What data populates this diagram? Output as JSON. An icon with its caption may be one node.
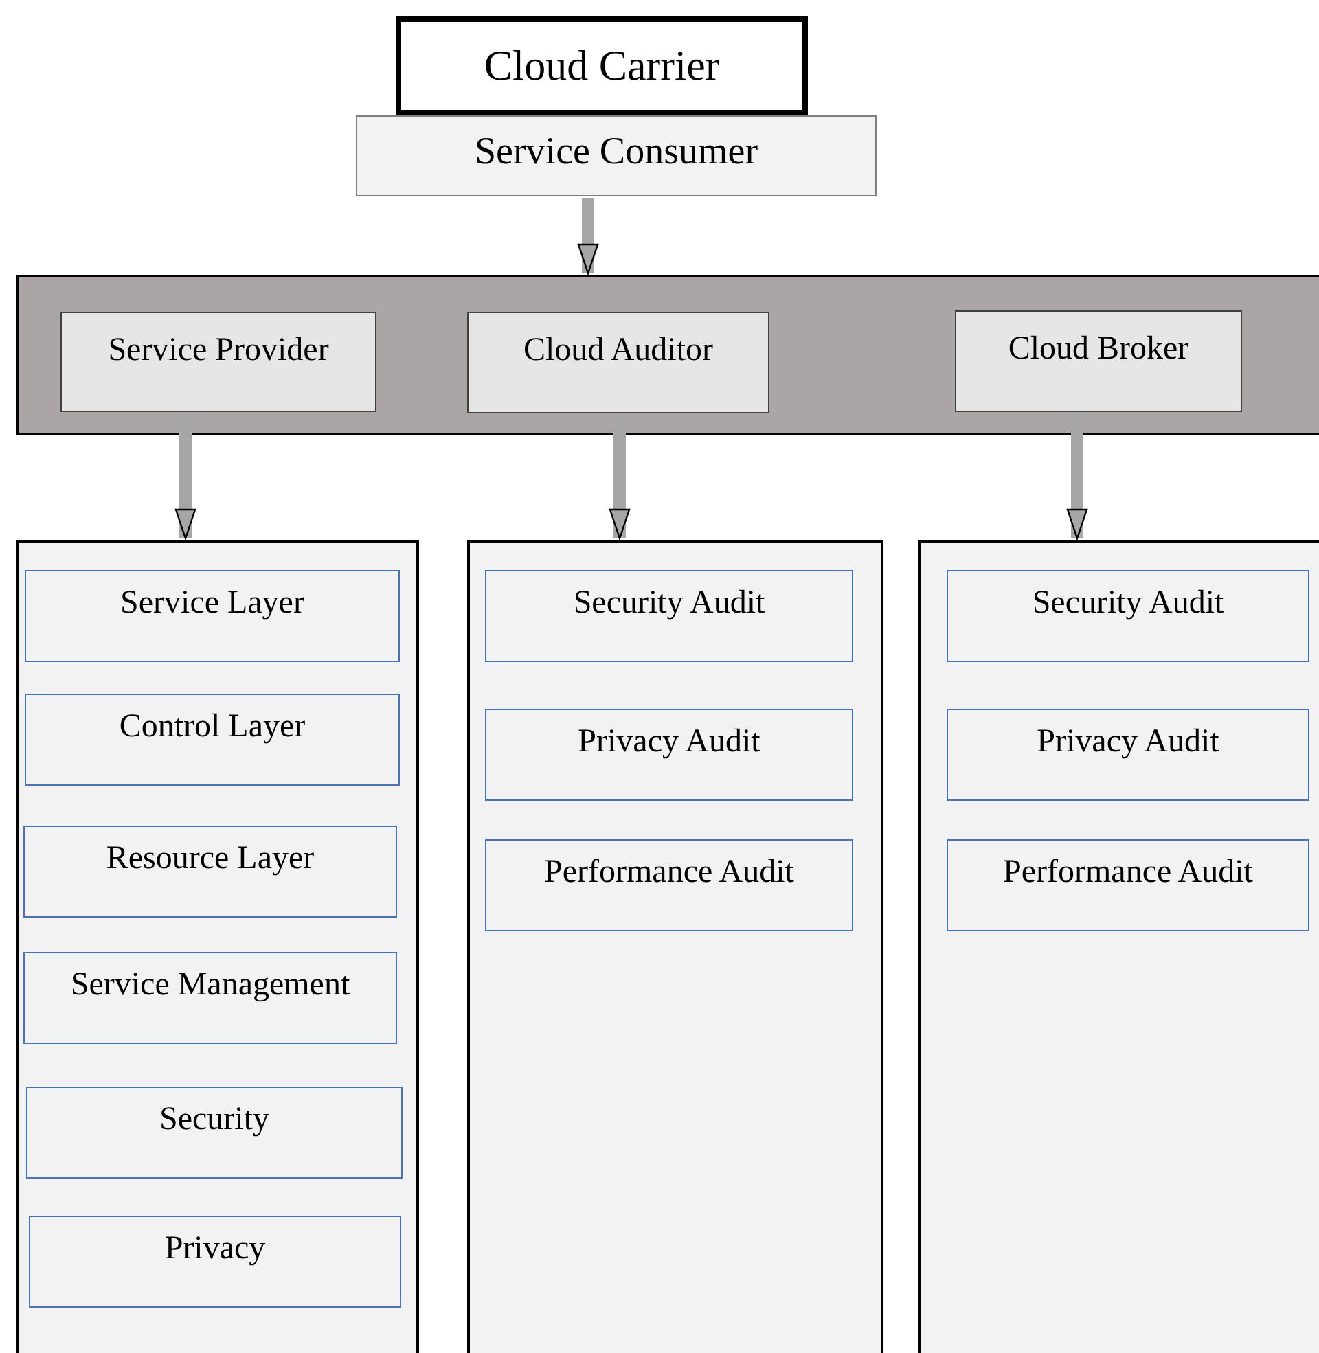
{
  "diagram": {
    "nodes": [
      {
        "text": [
          "Cloud Carrier"
        ]
      },
      {
        "text": [
          "Service Consumer"
        ]
      },
      {
        "text": [],
        "shape": "box"
      },
      {
        "text": [
          "Service Provider"
        ],
        "in": 2
      },
      {
        "text": [
          "Cloud Auditor"
        ],
        "in": 2
      },
      {
        "text": [
          "Cloud Broker"
        ],
        "in": 2
      },
      {
        "text": [],
        "shape": "box"
      },
      {
        "text": [
          "Service Layer"
        ],
        "in": 6
      },
      {
        "text": [
          "Control Layer"
        ],
        "in": 6
      },
      {
        "text": [
          "Resource Layer"
        ],
        "in": 6
      },
      {
        "text": [
          "Service Management"
        ],
        "in": 6
      },
      {
        "text": [
          "Security"
        ],
        "in": 6
      },
      {
        "text": [
          "Privacy"
        ],
        "in": 6
      },
      {
        "text": [],
        "shape": "box"
      },
      {
        "text": [
          "Security Audit"
        ],
        "in": 13
      },
      {
        "text": [
          "Privacy Audit"
        ],
        "in": 13
      },
      {
        "text": [
          "Performance Audit"
        ],
        "in": 13
      },
      {
        "text": [],
        "shape": "box"
      },
      {
        "text": [
          "Security Audit"
        ],
        "in": 17
      },
      {
        "text": [
          "Privacy Audit"
        ],
        "in": 17
      },
      {
        "text": [
          "Performance Audit"
        ],
        "in": 17
      }
    ],
    "edges": [
      {
        "from": 1,
        "to": 2,
        "arrow": "to"
      },
      {
        "from": 3,
        "to": 6,
        "arrow": "to"
      },
      {
        "from": 4,
        "to": 13,
        "arrow": "to"
      },
      {
        "from": 5,
        "to": 17,
        "arrow": "to"
      }
    ]
  }
}
